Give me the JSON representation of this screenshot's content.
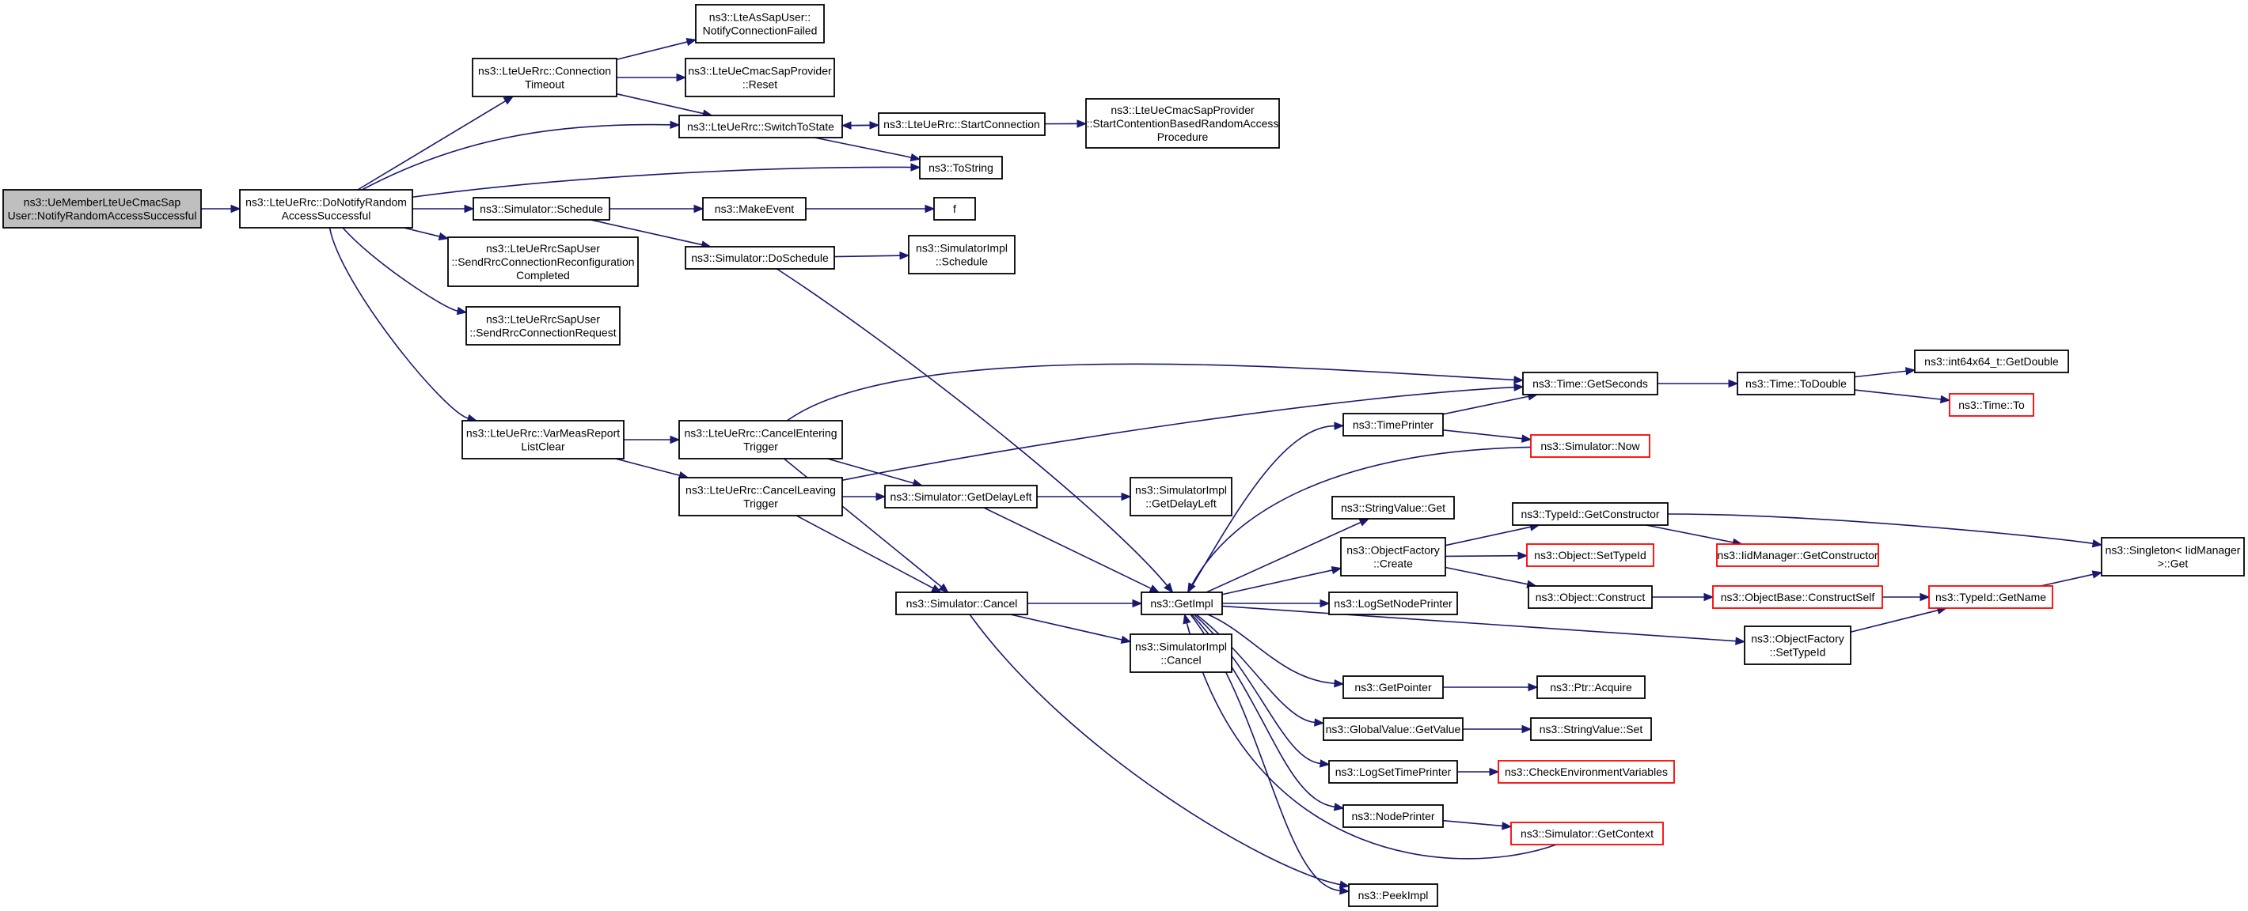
{
  "graph": {
    "edge_color": "#191970",
    "truncated_border_color": "#ff0000",
    "root_fill": "#bfbfbf",
    "nodes": [
      {
        "id": "root",
        "lines": [
          "ns3::UeMemberLteUeCmacSap",
          "User::NotifyRandomAccessSuccessful"
        ],
        "root": true
      },
      {
        "id": "donotify",
        "lines": [
          "ns3::LteUeRrc::DoNotifyRandom",
          "AccessSuccessful"
        ]
      },
      {
        "id": "conntimeout",
        "lines": [
          "ns3::LteUeRrc::Connection",
          "Timeout"
        ]
      },
      {
        "id": "notifyfailed",
        "lines": [
          "ns3::LteAsSapUser::",
          "NotifyConnectionFailed"
        ]
      },
      {
        "id": "cmacreset",
        "lines": [
          "ns3::LteUeCmacSapProvider",
          "::Reset"
        ]
      },
      {
        "id": "switchtostate",
        "lines": [
          "ns3::LteUeRrc::SwitchToState"
        ]
      },
      {
        "id": "startconn",
        "lines": [
          "ns3::LteUeRrc::StartConnection"
        ]
      },
      {
        "id": "startcontention",
        "lines": [
          "ns3::LteUeCmacSapProvider",
          "::StartContentionBasedRandomAccess",
          "Procedure"
        ]
      },
      {
        "id": "tostring",
        "lines": [
          "ns3::ToString"
        ]
      },
      {
        "id": "schedule",
        "lines": [
          "ns3::Simulator::Schedule"
        ]
      },
      {
        "id": "makeevent",
        "lines": [
          "ns3::MakeEvent"
        ]
      },
      {
        "id": "f",
        "lines": [
          "f"
        ]
      },
      {
        "id": "doschedule",
        "lines": [
          "ns3::Simulator::DoSchedule"
        ]
      },
      {
        "id": "implschedule",
        "lines": [
          "ns3::SimulatorImpl",
          "::Schedule"
        ]
      },
      {
        "id": "sendreconf",
        "lines": [
          "ns3::LteUeRrcSapUser",
          "::SendRrcConnectionReconfiguration",
          "Completed"
        ]
      },
      {
        "id": "sendreq",
        "lines": [
          "ns3::LteUeRrcSapUser",
          "::SendRrcConnectionRequest"
        ]
      },
      {
        "id": "varmeas",
        "lines": [
          "ns3::LteUeRrc::VarMeasReport",
          "ListClear"
        ]
      },
      {
        "id": "cancelentering",
        "lines": [
          "ns3::LteUeRrc::CancelEntering",
          "Trigger"
        ]
      },
      {
        "id": "cancelleaving",
        "lines": [
          "ns3::LteUeRrc::CancelLeaving",
          "Trigger"
        ]
      },
      {
        "id": "getdelayleft",
        "lines": [
          "ns3::Simulator::GetDelayLeft"
        ]
      },
      {
        "id": "impldelayleft",
        "lines": [
          "ns3::SimulatorImpl",
          "::GetDelayLeft"
        ]
      },
      {
        "id": "cancel",
        "lines": [
          "ns3::Simulator::Cancel"
        ]
      },
      {
        "id": "implcancel",
        "lines": [
          "ns3::SimulatorImpl",
          "::Cancel"
        ]
      },
      {
        "id": "getimpl",
        "lines": [
          "ns3::GetImpl"
        ]
      },
      {
        "id": "gettimeprinter",
        "lines": [
          "ns3::TimePrinter"
        ]
      },
      {
        "id": "stringvalueget",
        "lines": [
          "ns3::StringValue::Get"
        ]
      },
      {
        "id": "objfactorycreate",
        "lines": [
          "ns3::ObjectFactory",
          "::Create"
        ]
      },
      {
        "id": "lognodeprinter",
        "lines": [
          "ns3::LogSetNodePrinter"
        ]
      },
      {
        "id": "getpointer",
        "lines": [
          "ns3::GetPointer"
        ]
      },
      {
        "id": "globalvalue",
        "lines": [
          "ns3::GlobalValue::GetValue"
        ]
      },
      {
        "id": "logtimeprinter",
        "lines": [
          "ns3::LogSetTimePrinter"
        ]
      },
      {
        "id": "nodeprinter",
        "lines": [
          "ns3::NodePrinter"
        ]
      },
      {
        "id": "peekimpl",
        "lines": [
          "ns3::PeekImpl"
        ]
      },
      {
        "id": "timegetseconds",
        "lines": [
          "ns3::Time::GetSeconds"
        ]
      },
      {
        "id": "timetodouble",
        "lines": [
          "ns3::Time::ToDouble"
        ]
      },
      {
        "id": "int64getdouble",
        "lines": [
          "ns3::int64x64_t::GetDouble"
        ]
      },
      {
        "id": "timeto",
        "lines": [
          "ns3::Time::To"
        ],
        "truncated": true
      },
      {
        "id": "simnow",
        "lines": [
          "ns3::Simulator::Now"
        ],
        "truncated": true
      },
      {
        "id": "typeidgetctor",
        "lines": [
          "ns3::TypeId::GetConstructor"
        ]
      },
      {
        "id": "objsettypeid",
        "lines": [
          "ns3::Object::SetTypeId"
        ],
        "truncated": true
      },
      {
        "id": "objconstruct",
        "lines": [
          "ns3::Object::Construct"
        ]
      },
      {
        "id": "iidgetctor",
        "lines": [
          "ns3::IidManager::GetConstructor"
        ],
        "truncated": true
      },
      {
        "id": "objbaseconstruct",
        "lines": [
          "ns3::ObjectBase::ConstructSelf"
        ],
        "truncated": true
      },
      {
        "id": "typeidgetname",
        "lines": [
          "ns3::TypeId::GetName"
        ],
        "truncated": true
      },
      {
        "id": "singletonget",
        "lines": [
          "ns3::Singleton< IidManager",
          " >::Get"
        ]
      },
      {
        "id": "objfactorysettypeid",
        "lines": [
          "ns3::ObjectFactory",
          "::SetTypeId"
        ]
      },
      {
        "id": "ptracquire",
        "lines": [
          "ns3::Ptr::Acquire"
        ]
      },
      {
        "id": "stringvalueset",
        "lines": [
          "ns3::StringValue::Set"
        ]
      },
      {
        "id": "checkenv",
        "lines": [
          "ns3::CheckEnvironmentVariables"
        ],
        "truncated": true
      },
      {
        "id": "getcontext",
        "lines": [
          "ns3::Simulator::GetContext"
        ],
        "truncated": true
      }
    ],
    "edges": [
      [
        "root",
        "donotify"
      ],
      [
        "donotify",
        "conntimeout"
      ],
      [
        "donotify",
        "switchtostate"
      ],
      [
        "donotify",
        "tostring"
      ],
      [
        "donotify",
        "schedule"
      ],
      [
        "donotify",
        "sendreconf"
      ],
      [
        "donotify",
        "sendreq"
      ],
      [
        "donotify",
        "varmeas"
      ],
      [
        "conntimeout",
        "notifyfailed"
      ],
      [
        "conntimeout",
        "cmacreset"
      ],
      [
        "conntimeout",
        "switchtostate"
      ],
      [
        "switchtostate",
        "startconn"
      ],
      [
        "switchtostate",
        "tostring"
      ],
      [
        "startconn",
        "switchtostate"
      ],
      [
        "startconn",
        "startcontention"
      ],
      [
        "schedule",
        "makeevent"
      ],
      [
        "schedule",
        "doschedule"
      ],
      [
        "makeevent",
        "f"
      ],
      [
        "doschedule",
        "implschedule"
      ],
      [
        "doschedule",
        "getimpl"
      ],
      [
        "varmeas",
        "cancelentering"
      ],
      [
        "varmeas",
        "cancelleaving"
      ],
      [
        "cancelentering",
        "timegetseconds"
      ],
      [
        "cancelentering",
        "getdelayleft"
      ],
      [
        "cancelentering",
        "cancel"
      ],
      [
        "cancelleaving",
        "timegetseconds"
      ],
      [
        "cancelleaving",
        "getdelayleft"
      ],
      [
        "cancelleaving",
        "cancel"
      ],
      [
        "getdelayleft",
        "impldelayleft"
      ],
      [
        "getdelayleft",
        "getimpl"
      ],
      [
        "cancel",
        "getimpl"
      ],
      [
        "cancel",
        "implcancel"
      ],
      [
        "cancel",
        "peekimpl"
      ],
      [
        "getimpl",
        "gettimeprinter"
      ],
      [
        "getimpl",
        "stringvalueget"
      ],
      [
        "getimpl",
        "objfactorycreate"
      ],
      [
        "getimpl",
        "lognodeprinter"
      ],
      [
        "getimpl",
        "objfactorysettypeid"
      ],
      [
        "getimpl",
        "getpointer"
      ],
      [
        "getimpl",
        "globalvalue"
      ],
      [
        "getimpl",
        "logtimeprinter"
      ],
      [
        "getimpl",
        "nodeprinter"
      ],
      [
        "getimpl",
        "peekimpl"
      ],
      [
        "gettimeprinter",
        "timegetseconds"
      ],
      [
        "gettimeprinter",
        "simnow"
      ],
      [
        "simnow",
        "getimpl"
      ],
      [
        "timegetseconds",
        "timetodouble"
      ],
      [
        "timetodouble",
        "int64getdouble"
      ],
      [
        "timetodouble",
        "timeto"
      ],
      [
        "objfactorycreate",
        "typeidgetctor"
      ],
      [
        "objfactorycreate",
        "objsettypeid"
      ],
      [
        "objfactorycreate",
        "objconstruct"
      ],
      [
        "typeidgetctor",
        "iidgetctor"
      ],
      [
        "typeidgetctor",
        "singletonget"
      ],
      [
        "objconstruct",
        "objbaseconstruct"
      ],
      [
        "objbaseconstruct",
        "typeidgetname"
      ],
      [
        "typeidgetname",
        "singletonget"
      ],
      [
        "objfactorysettypeid",
        "typeidgetname"
      ],
      [
        "getpointer",
        "ptracquire"
      ],
      [
        "globalvalue",
        "stringvalueset"
      ],
      [
        "logtimeprinter",
        "checkenv"
      ],
      [
        "nodeprinter",
        "getcontext"
      ],
      [
        "getcontext",
        "getimpl"
      ]
    ]
  }
}
